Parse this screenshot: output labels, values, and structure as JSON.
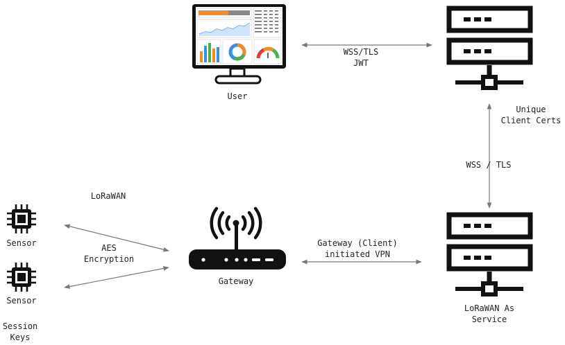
{
  "labels": {
    "user": "User",
    "wss_tls_jwt_line1": "WSS/TLS",
    "wss_tls_jwt_line2": "JWT",
    "unique_line1": "Unique",
    "unique_line2": "Client Certs",
    "wss_tls_vertical": "WSS / TLS",
    "lorawan": "LoRaWAN",
    "sensor_top": "Sensor",
    "sensor_bottom": "Sensor",
    "aes_line1": "AES",
    "aes_line2": "Encryption",
    "gateway": "Gateway",
    "vpn_line1": "Gateway (Client)",
    "vpn_line2": "initiated VPN",
    "las_line1": "LoRaWAN As",
    "las_line2": "Service",
    "session_line1": "Session",
    "session_line2": "Keys"
  },
  "icons": {
    "monitor": "dashboard-monitor-icon",
    "server_top": "server-icon",
    "server_bottom": "server-icon",
    "router": "wireless-router-icon",
    "chip": "microchip-icon"
  },
  "colors": {
    "icon": "#000000",
    "arrow": "#777777",
    "orange": "#f28c28",
    "blue": "#3a8ee6",
    "green": "#4caf50",
    "red": "#e53935"
  }
}
